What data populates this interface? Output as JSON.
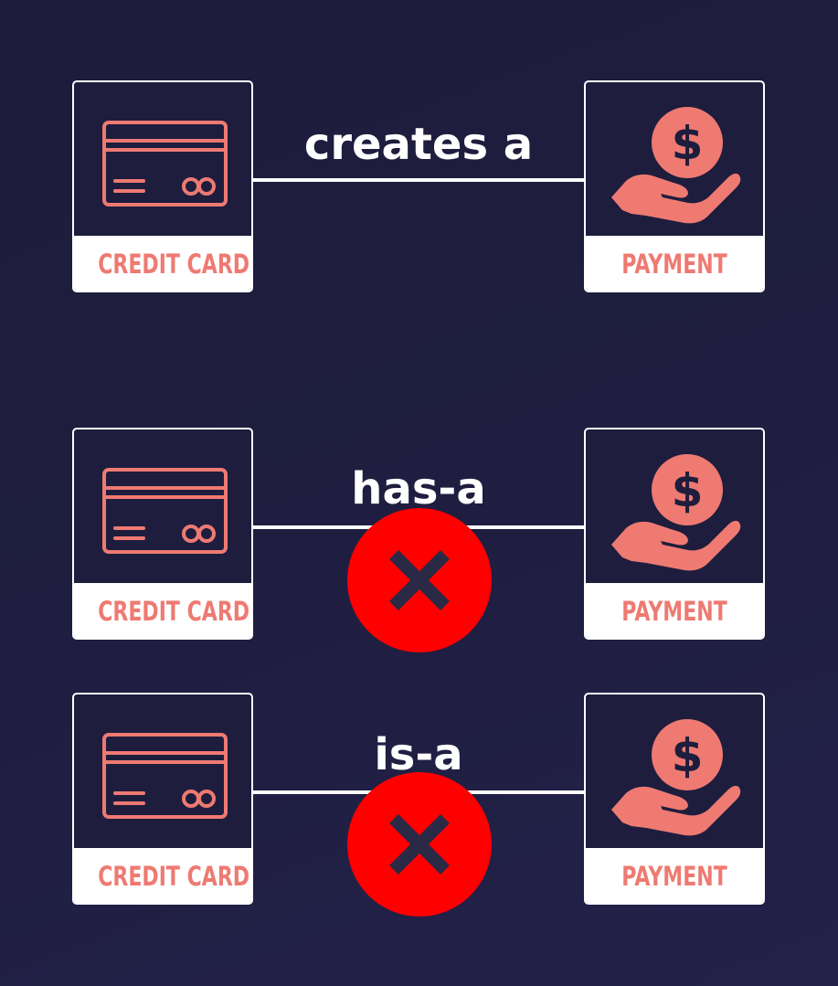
{
  "colors": {
    "background": "#1e1d3d",
    "accent_salmon": "#ee7a72",
    "card_border": "#ffffff",
    "cross_red": "#ff0000",
    "cross_mark": "#2a2946"
  },
  "relationships": [
    {
      "source_label": "CREDIT CARD",
      "source_icon": "credit-card-icon",
      "relation": "creates a",
      "target_label": "PAYMENT",
      "target_icon": "hand-holding-dollar-icon",
      "invalid": false
    },
    {
      "source_label": "CREDIT CARD",
      "source_icon": "credit-card-icon",
      "relation": "has-a",
      "target_label": "PAYMENT",
      "target_icon": "hand-holding-dollar-icon",
      "invalid": true,
      "invalid_icon": "x-circle-icon"
    },
    {
      "source_label": "CREDIT CARD",
      "source_icon": "credit-card-icon",
      "relation": "is-a",
      "target_label": "PAYMENT",
      "target_icon": "hand-holding-dollar-icon",
      "invalid": true,
      "invalid_icon": "x-circle-icon"
    }
  ]
}
